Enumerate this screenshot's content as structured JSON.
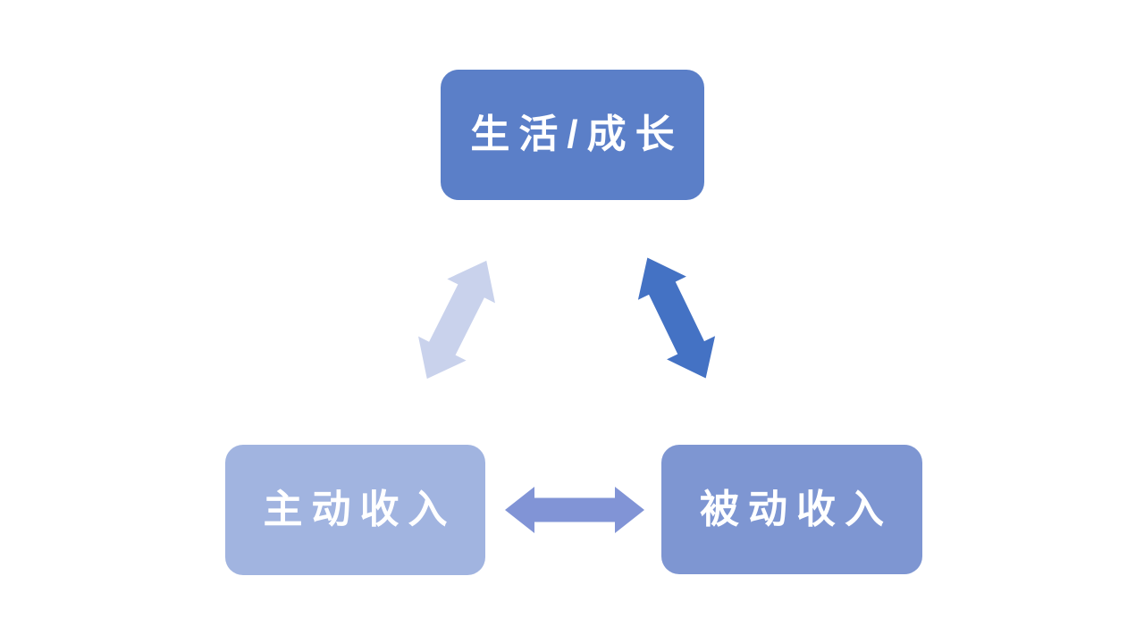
{
  "slide": {
    "background_color": "#FFFFFF"
  },
  "diagram": {
    "nodes": [
      {
        "id": "life-growth",
        "label": "生活/成长",
        "fill": "#5B7FC8",
        "text_color": "#FFFFFF"
      },
      {
        "id": "active-income",
        "label": "主动收入",
        "fill": "#A1B4E0",
        "text_color": "#FFFFFF"
      },
      {
        "id": "passive-income",
        "label": "被动收入",
        "fill": "#7E96D2",
        "text_color": "#FFFFFF"
      }
    ],
    "connectors": [
      {
        "id": "life-active",
        "between": [
          "生活/成长",
          "主动收入"
        ],
        "style": "double-headed-arrow",
        "fill": "#C9D2EC"
      },
      {
        "id": "life-passive",
        "between": [
          "生活/成长",
          "被动收入"
        ],
        "style": "double-headed-arrow",
        "fill": "#4472C4"
      },
      {
        "id": "active-passive",
        "between": [
          "主动收入",
          "被动收入"
        ],
        "style": "double-headed-arrow",
        "fill": "#8194D6"
      }
    ]
  }
}
